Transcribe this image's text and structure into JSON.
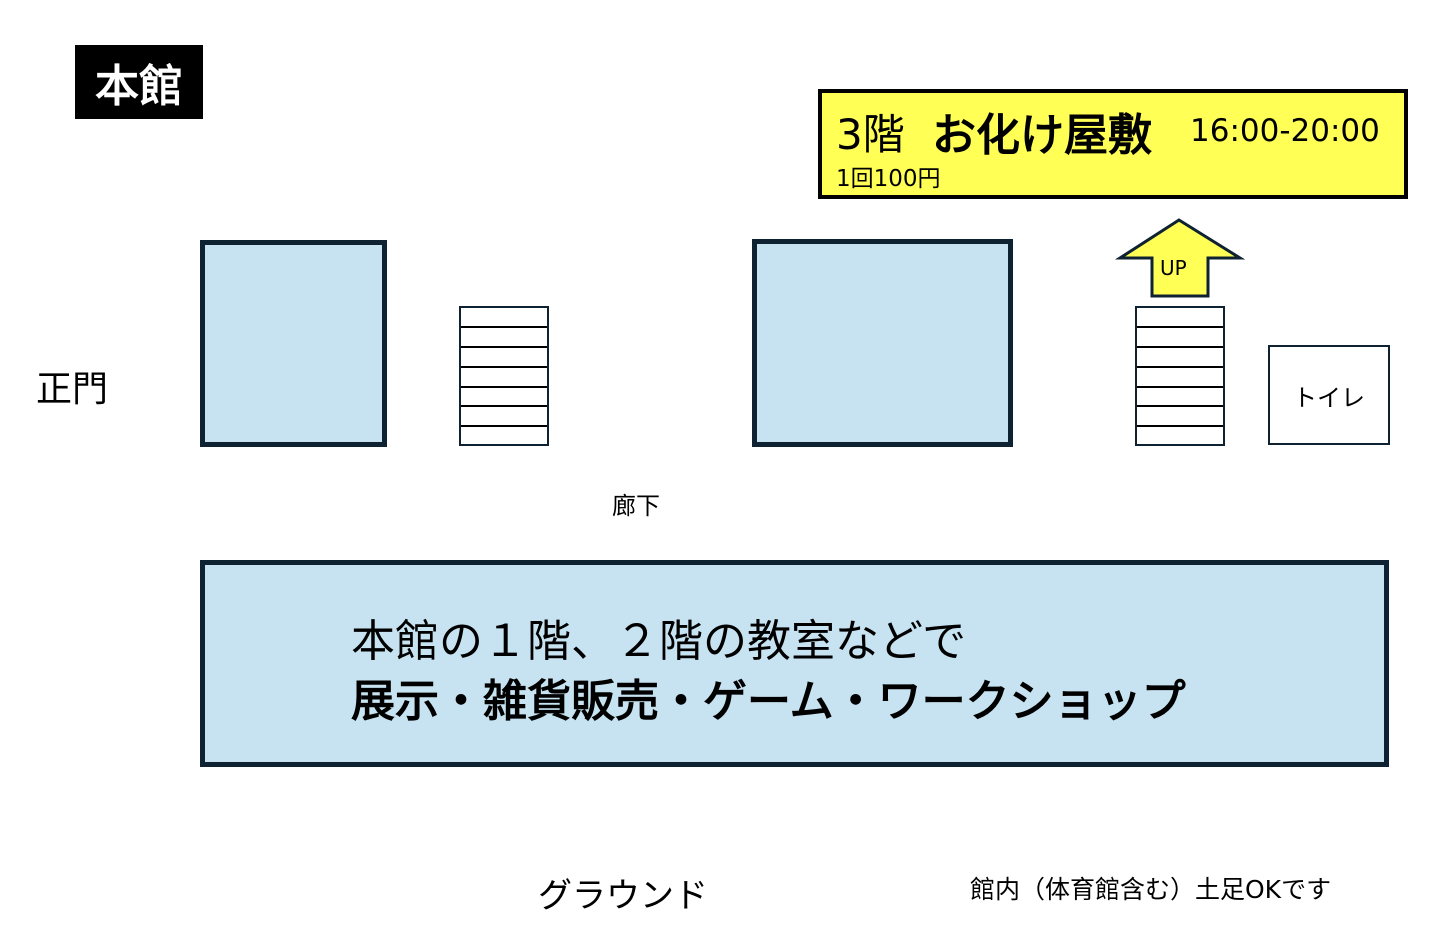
{
  "title": "本館",
  "gate_label": "正門",
  "corridor_label": "廊下",
  "ground_label": "グラウンド",
  "shoes_note": "館内（体育館含む）土足OKです",
  "notice": {
    "floor": "3階",
    "event": "お化け屋敷",
    "hours": "16:00-20:00",
    "price": "1回100円"
  },
  "arrow_label": "UP",
  "toilet_label": "トイレ",
  "main_box": {
    "line1": "本館の１階、２階の教室などで",
    "line2": "展示・雑貨販売・ゲーム・ワークショップ"
  },
  "colors": {
    "room": "#c7e3f1",
    "notice": "#ffff55",
    "border": "#0f2231"
  }
}
